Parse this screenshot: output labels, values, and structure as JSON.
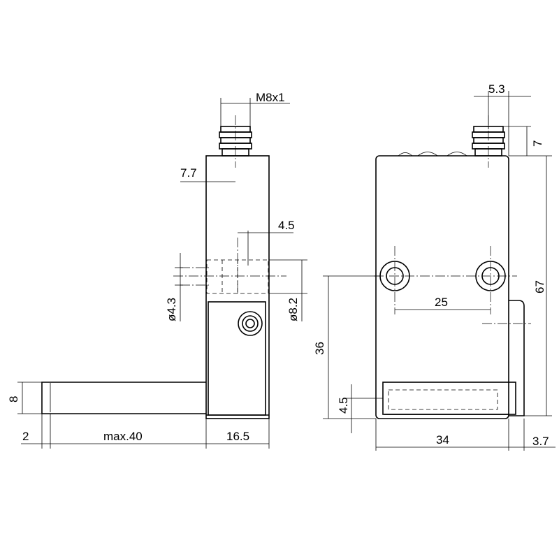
{
  "dimensions": {
    "thread": "M8x1",
    "connector_offset": "7.7",
    "slot_offset": "4.5",
    "hole_small": "ø4.3",
    "hole_large": "ø8.2",
    "fork_height": "8",
    "fork_gap": "2",
    "fork_length": "max.40",
    "body_depth": "16.5",
    "connector_width": "5.3",
    "connector_height": "7",
    "total_height": "67",
    "hole_spacing": "25",
    "hole_height": "36",
    "lens_offset": "4.5",
    "body_width": "34",
    "bracket_depth": "3.7"
  }
}
